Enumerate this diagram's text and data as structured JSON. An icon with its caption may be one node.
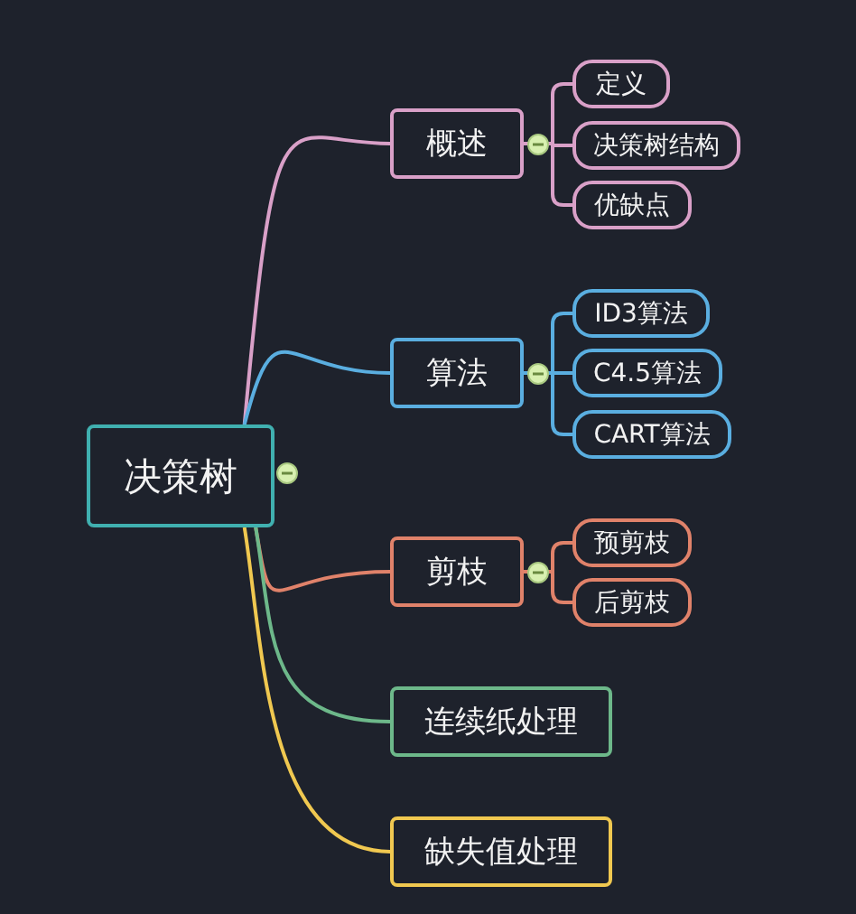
{
  "diagram": {
    "nodes": [
      {
        "text": [
          "决策树"
        ]
      },
      {
        "text": [
          "概述"
        ]
      },
      {
        "text": [
          "定义"
        ]
      },
      {
        "text": [
          "决策树结构"
        ]
      },
      {
        "text": [
          "优缺点"
        ]
      },
      {
        "text": [
          "算法"
        ]
      },
      {
        "text": [
          "ID3算法"
        ]
      },
      {
        "text": [
          "C4.5算法"
        ]
      },
      {
        "text": [
          "CART算法"
        ]
      },
      {
        "text": [
          "剪枝"
        ]
      },
      {
        "text": [
          "预剪枝"
        ]
      },
      {
        "text": [
          "后剪枝"
        ]
      },
      {
        "text": [
          "连续纸处理"
        ]
      },
      {
        "text": [
          "缺失值处理"
        ]
      }
    ],
    "edges": [
      {
        "from": 0,
        "to": 1,
        "arrow": "none",
        "color": "#d9a0c8"
      },
      {
        "from": 1,
        "to": 2,
        "arrow": "none",
        "color": "#d9a0c8"
      },
      {
        "from": 1,
        "to": 3,
        "arrow": "none",
        "color": "#d9a0c8"
      },
      {
        "from": 1,
        "to": 4,
        "arrow": "none",
        "color": "#d9a0c8"
      },
      {
        "from": 0,
        "to": 5,
        "arrow": "none",
        "color": "#5aaee0"
      },
      {
        "from": 5,
        "to": 6,
        "arrow": "none",
        "color": "#5aaee0"
      },
      {
        "from": 5,
        "to": 7,
        "arrow": "none",
        "color": "#5aaee0"
      },
      {
        "from": 5,
        "to": 8,
        "arrow": "none",
        "color": "#5aaee0"
      },
      {
        "from": 0,
        "to": 9,
        "arrow": "none",
        "color": "#e0826a"
      },
      {
        "from": 9,
        "to": 10,
        "arrow": "none",
        "color": "#e0826a"
      },
      {
        "from": 9,
        "to": 11,
        "arrow": "none",
        "color": "#e0826a"
      },
      {
        "from": 0,
        "to": 12,
        "arrow": "none",
        "color": "#6db88a"
      },
      {
        "from": 0,
        "to": 13,
        "arrow": "none",
        "color": "#f0c850"
      }
    ]
  }
}
